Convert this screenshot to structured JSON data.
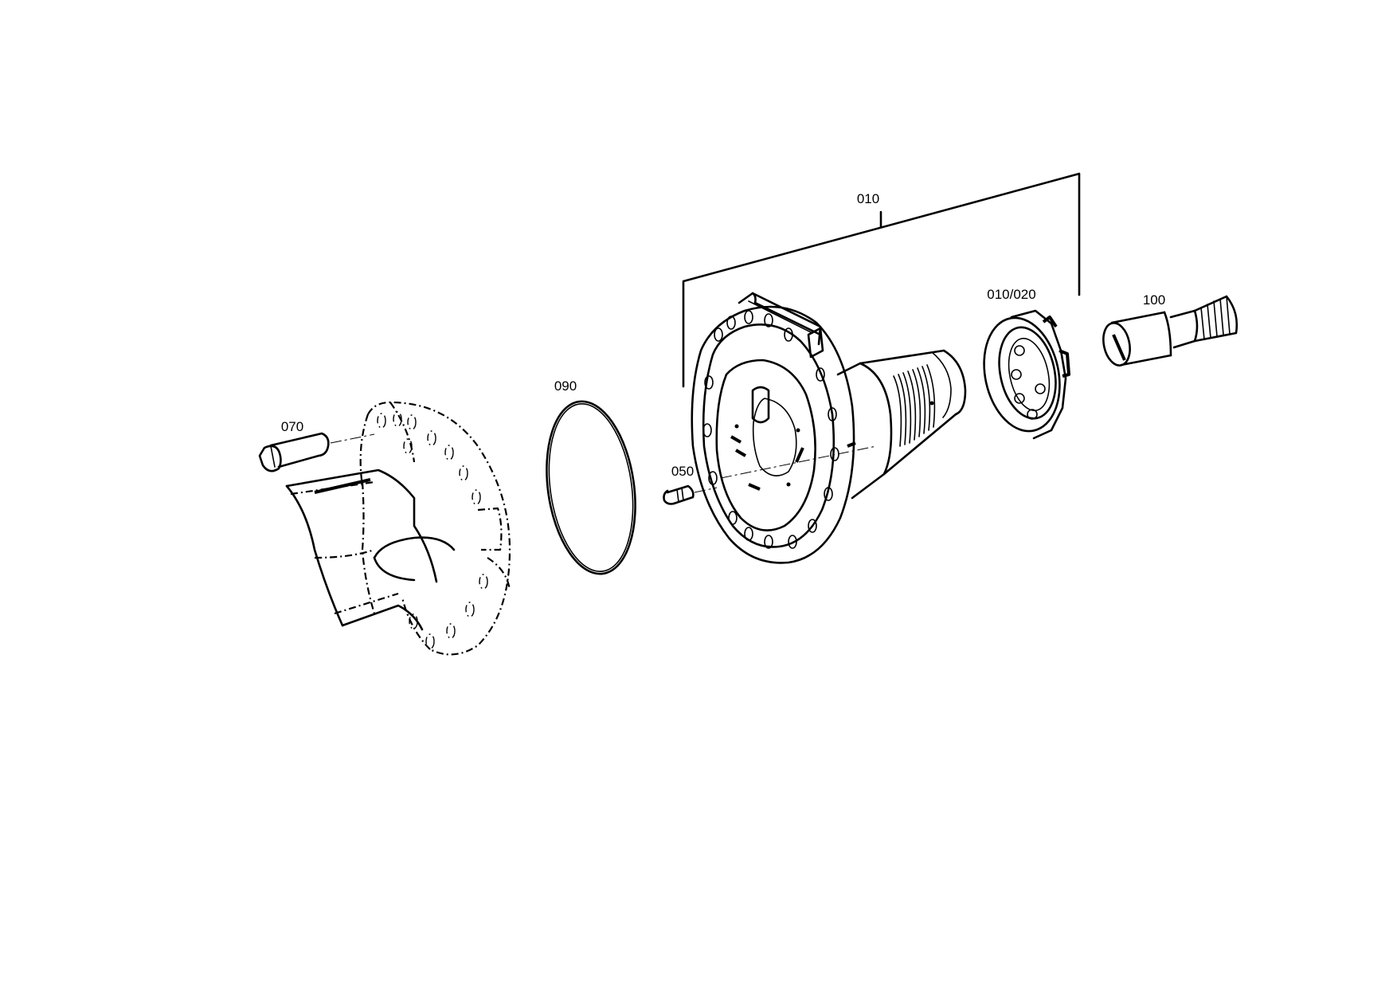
{
  "labels": {
    "p010": "010",
    "p010_020": "010/020",
    "p100": "100",
    "p090": "090",
    "p070": "070",
    "p050": "050"
  }
}
